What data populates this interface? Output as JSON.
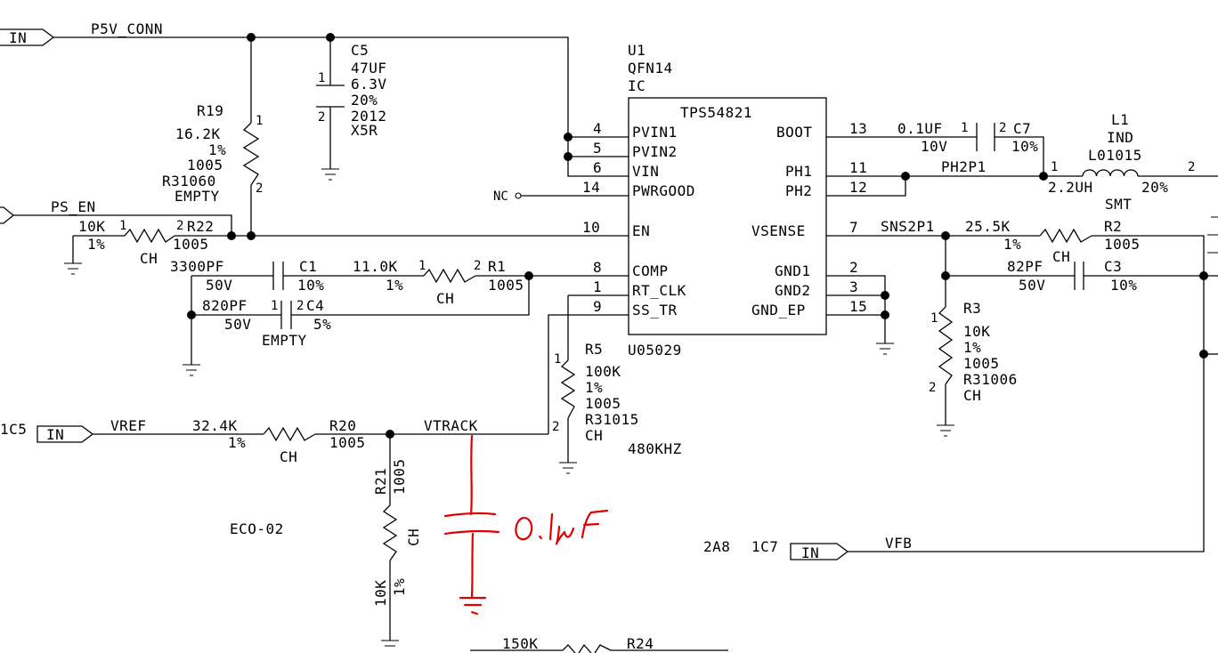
{
  "nets": {
    "p5v_conn": "P5V_CONN",
    "ps_en": "PS_EN",
    "vref": "VREF",
    "vtrack": "VTRACK",
    "ph2p1": "PH2P1",
    "sns2p1": "SNS2P1",
    "vfb": "VFB",
    "nc": "NC"
  },
  "ports": {
    "in_label": "IN",
    "vref_ref": "1C5",
    "vfb_ref_a": "2A8",
    "vfb_ref_b": "1C7"
  },
  "ic": {
    "ref": "U1",
    "package": "QFN14",
    "type": "IC",
    "part": "TPS54821",
    "footprint": "U05029",
    "left_pins": [
      {
        "num": "4",
        "name": "PVIN1"
      },
      {
        "num": "5",
        "name": "PVIN2"
      },
      {
        "num": "6",
        "name": "VIN"
      },
      {
        "num": "14",
        "name": "PWRGOOD"
      },
      {
        "num": "10",
        "name": "EN"
      },
      {
        "num": "8",
        "name": "COMP"
      },
      {
        "num": "1",
        "name": "RT_CLK"
      },
      {
        "num": "9",
        "name": "SS_TR"
      }
    ],
    "right_pins": [
      {
        "num": "13",
        "name": "BOOT"
      },
      {
        "num": "11",
        "name": "PH1"
      },
      {
        "num": "12",
        "name": "PH2"
      },
      {
        "num": "7",
        "name": "VSENSE"
      },
      {
        "num": "2",
        "name": "GND1"
      },
      {
        "num": "3",
        "name": "GND2"
      },
      {
        "num": "15",
        "name": "GND_EP"
      }
    ]
  },
  "components": {
    "c5": {
      "ref": "C5",
      "value": "47UF",
      "voltage": "6.3V",
      "tol": "20%",
      "size": "2012",
      "dielectric": "X5R",
      "pin1": "1",
      "pin2": "2"
    },
    "r19": {
      "ref": "R19",
      "value": "16.2K",
      "tol": "1%",
      "size": "1005",
      "part": "R31060",
      "note": "EMPTY",
      "pin1": "1",
      "pin2": "2"
    },
    "r22": {
      "ref": "R22",
      "value": "10K",
      "tol": "1%",
      "size": "1005",
      "note": "CH",
      "pin1": "1",
      "pin2": "2"
    },
    "c1": {
      "ref": "C1",
      "value": "3300PF",
      "voltage": "50V",
      "tol": "10%"
    },
    "r1": {
      "ref": "R1",
      "value": "11.0K",
      "tol": "1%",
      "size": "1005",
      "note": "CH",
      "pin1": "1",
      "pin2": "2"
    },
    "c4": {
      "ref": "C4",
      "value": "820PF",
      "voltage": "50V",
      "tol": "5%",
      "note": "EMPTY",
      "pin1": "1",
      "pin2": "2"
    },
    "r5": {
      "ref": "R5",
      "value": "100K",
      "tol": "1%",
      "size": "1005",
      "part": "R31015",
      "note": "CH",
      "freq": "480KHZ",
      "pin1": "1",
      "pin2": "2"
    },
    "r20": {
      "ref": "R20",
      "value": "32.4K",
      "tol": "1%",
      "size": "1005",
      "note": "CH"
    },
    "r21": {
      "ref": "R21",
      "value": "10K",
      "tol": "1%",
      "size": "1005",
      "note": "CH"
    },
    "c7": {
      "ref": "C7",
      "value": "0.1UF",
      "voltage": "10V",
      "tol": "10%",
      "pin1": "1",
      "pin2": "2"
    },
    "l1": {
      "ref": "L1",
      "type": "IND",
      "part": "L01015",
      "value": "2.2UH",
      "tol": "20%",
      "size": "SMT",
      "pin1": "1",
      "pin2": "2"
    },
    "r2": {
      "ref": "R2",
      "value": "25.5K",
      "tol": "1%",
      "size": "1005",
      "note": "CH"
    },
    "c3": {
      "ref": "C3",
      "value": "82PF",
      "voltage": "50V",
      "tol": "10%"
    },
    "r3": {
      "ref": "R3",
      "value": "10K",
      "tol": "1%",
      "size": "1005",
      "part": "R31006",
      "note": "CH",
      "pin1": "1",
      "pin2": "2"
    },
    "r24": {
      "ref": "R24",
      "value": "150K"
    }
  },
  "notes": {
    "eco": "ECO-02",
    "handwritten_cap": "0.1uF"
  },
  "colors": {
    "wire": "#000000",
    "markup": "#e00000",
    "background": "#ffffff"
  }
}
